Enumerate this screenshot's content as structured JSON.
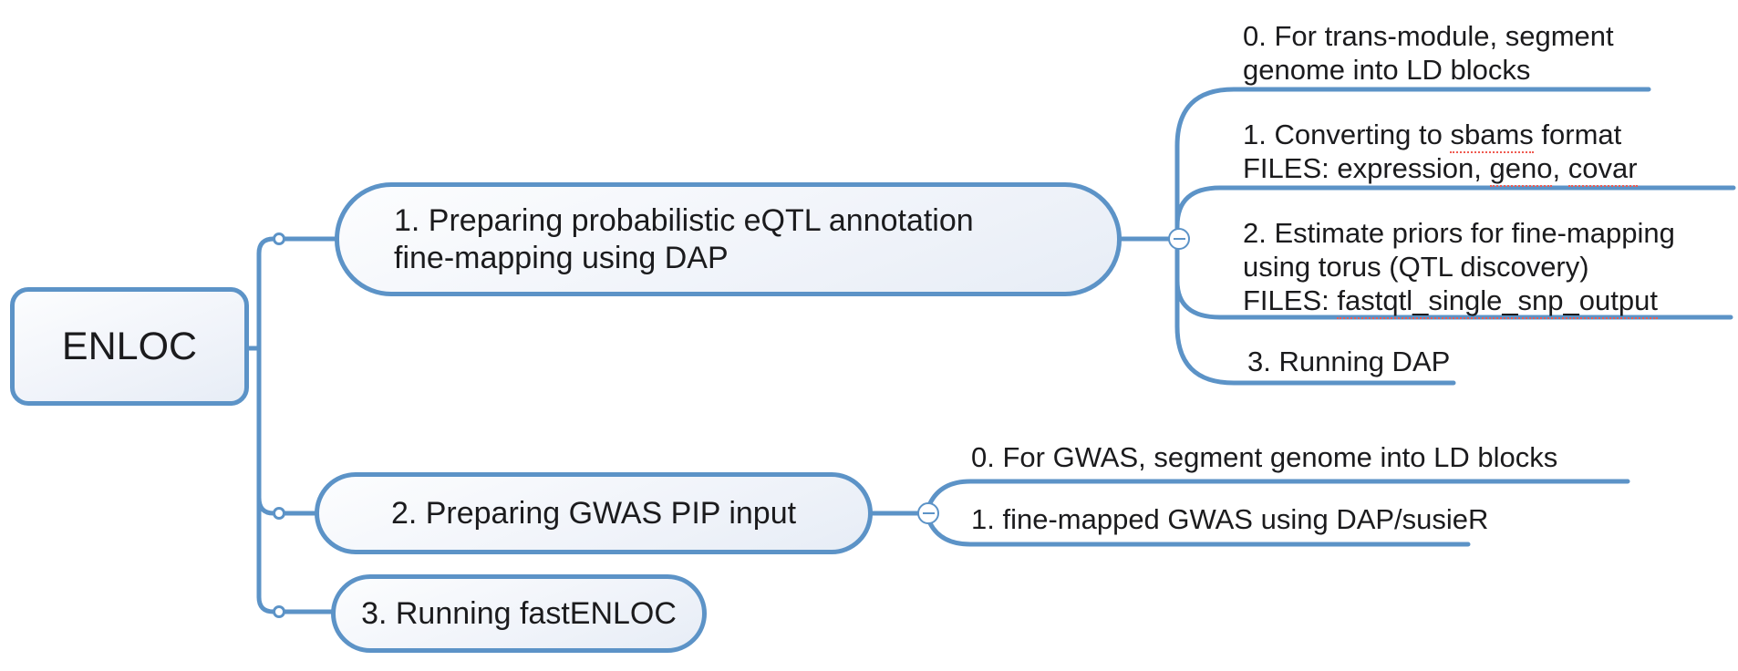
{
  "app": {
    "type": "mind-map"
  },
  "palette": {
    "connector_blue": "#5c93c7",
    "node_fill_light": "#f1f4fa",
    "text_color": "#1b1b1d",
    "spellcheck_red": "#ef5a50",
    "background": "#ffffff"
  },
  "icons": {
    "collapse": "minus-circle-icon",
    "junction": "junction-dot"
  },
  "root": {
    "label": "ENLOC"
  },
  "branches": [
    {
      "label_lines": [
        "1. Preparing probabilistic eQTL annotation",
        "fine-mapping using DAP"
      ],
      "children": [
        {
          "lines": [
            [
              {
                "text": "0. For trans-module, segment"
              }
            ],
            [
              {
                "text": "genome into LD blocks"
              }
            ]
          ]
        },
        {
          "lines": [
            [
              {
                "text": "1. Converting to "
              },
              {
                "text": "sbams",
                "misspelled": true
              },
              {
                "text": " format"
              }
            ],
            [
              {
                "text": "FILES: expression, "
              },
              {
                "text": "geno",
                "misspelled": true
              },
              {
                "text": ", "
              },
              {
                "text": "covar",
                "misspelled": true
              }
            ]
          ]
        },
        {
          "lines": [
            [
              {
                "text": "2. Estimate priors for fine-mapping"
              }
            ],
            [
              {
                "text": "using torus (QTL discovery)"
              }
            ],
            [
              {
                "text": "FILES: "
              },
              {
                "text": "fastqtl_single_snp_output",
                "misspelled": true
              }
            ]
          ]
        },
        {
          "lines": [
            [
              {
                "text": "3. Running DAP"
              }
            ]
          ]
        }
      ]
    },
    {
      "label_lines": [
        "2. Preparing GWAS PIP input"
      ],
      "children": [
        {
          "lines": [
            [
              {
                "text": "0. For GWAS, segment genome into LD blocks"
              }
            ]
          ]
        },
        {
          "lines": [
            [
              {
                "text": "1. fine-mapped GWAS using DAP/susieR"
              }
            ]
          ]
        }
      ]
    },
    {
      "label_lines": [
        "3. Running fastENLOC"
      ],
      "children": []
    }
  ]
}
